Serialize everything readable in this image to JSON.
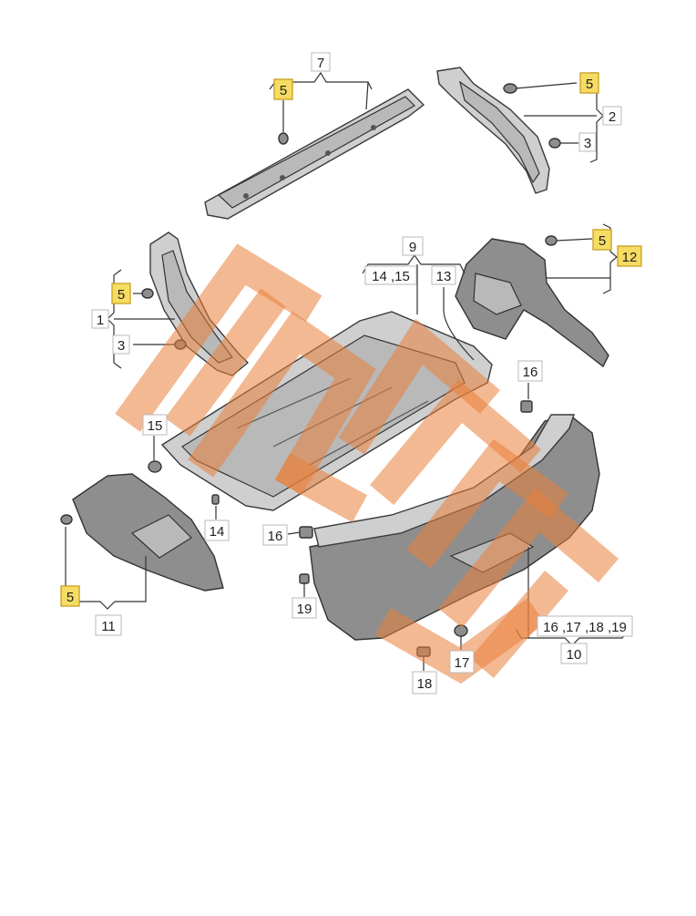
{
  "callouts": {
    "c7": "7",
    "c5_top": "5",
    "c5_right": "5",
    "c2": "2",
    "c3_right": "3",
    "c5_quarter": "5",
    "c12": "12",
    "c9": "9",
    "c14_15": "14 ,15",
    "c13": "13",
    "c5_left": "5",
    "c1": "1",
    "c3_left": "3",
    "c16_top": "16",
    "c15": "15",
    "c14": "14",
    "c16_mid": "16",
    "c19": "19",
    "c5_lower_left": "5",
    "c11": "11",
    "c16_17_18_19": "16 ,17 ,18 ,19",
    "c10": "10",
    "c17": "17",
    "c18": "18"
  },
  "colors": {
    "highlight": "#f6dc63",
    "watermark": "#e9803a",
    "part_fill": "#cfcfcf",
    "part_dark": "#8e8e8e"
  }
}
